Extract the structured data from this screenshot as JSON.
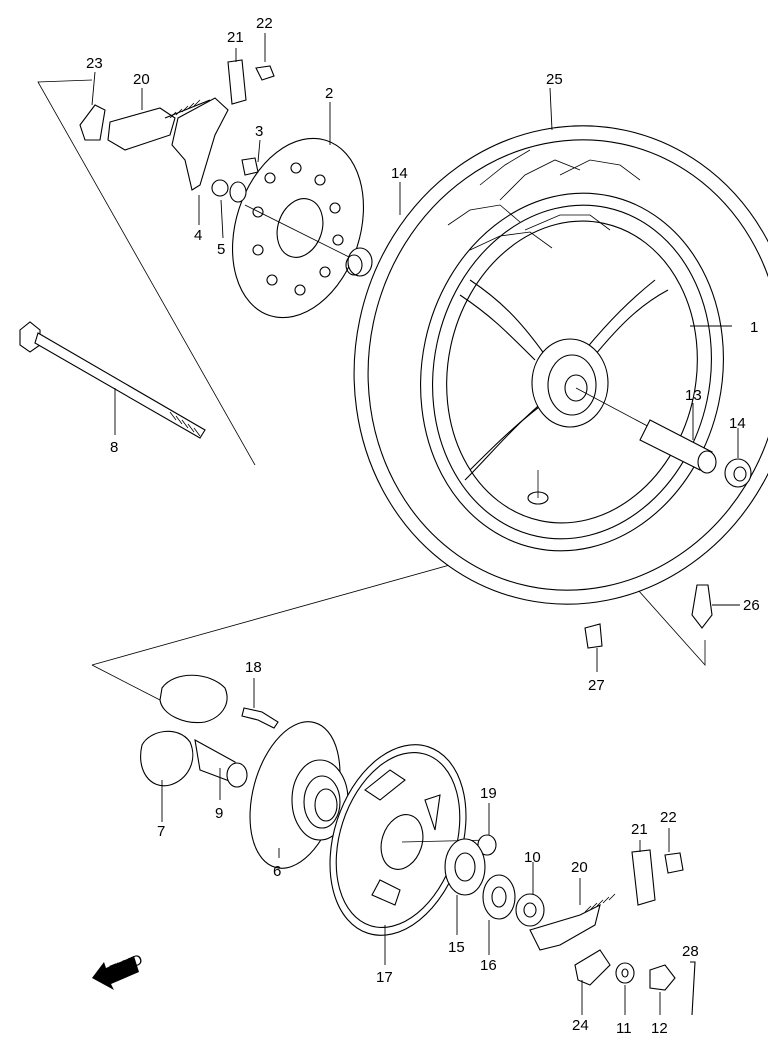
{
  "callouts": [
    "1",
    "2",
    "3",
    "4",
    "5",
    "6",
    "7",
    "8",
    "9",
    "10",
    "11",
    "12",
    "13",
    "14",
    "14",
    "15",
    "16",
    "17",
    "18",
    "19",
    "20",
    "20",
    "21",
    "21",
    "22",
    "22",
    "23",
    "24",
    "25",
    "26",
    "27",
    "28"
  ],
  "fwd_label": "FWD",
  "icons": {
    "fwd": "fwd-arrow-icon"
  }
}
